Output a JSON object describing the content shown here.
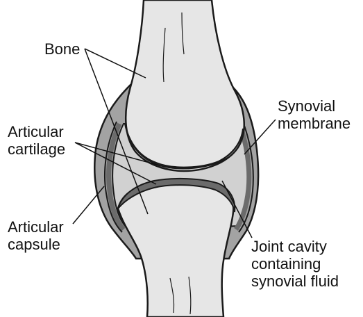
{
  "labels": {
    "bone": "Bone",
    "articular_cartilage": [
      "Articular",
      "cartilage"
    ],
    "articular_capsule": [
      "Articular",
      "capsule"
    ],
    "synovial_membrane": [
      "Synovial",
      "membrane"
    ],
    "joint_cavity": [
      "Joint cavity",
      "containing",
      "synovial fluid"
    ]
  },
  "colors": {
    "bone_fill": "#e6e6e6",
    "capsule_fill": "#a3a3a3",
    "cavity_fill": "#d1d1d1",
    "cartilage_fill": "#6b6b6b",
    "outline": "#1a1a1a",
    "background": "#ffffff"
  }
}
